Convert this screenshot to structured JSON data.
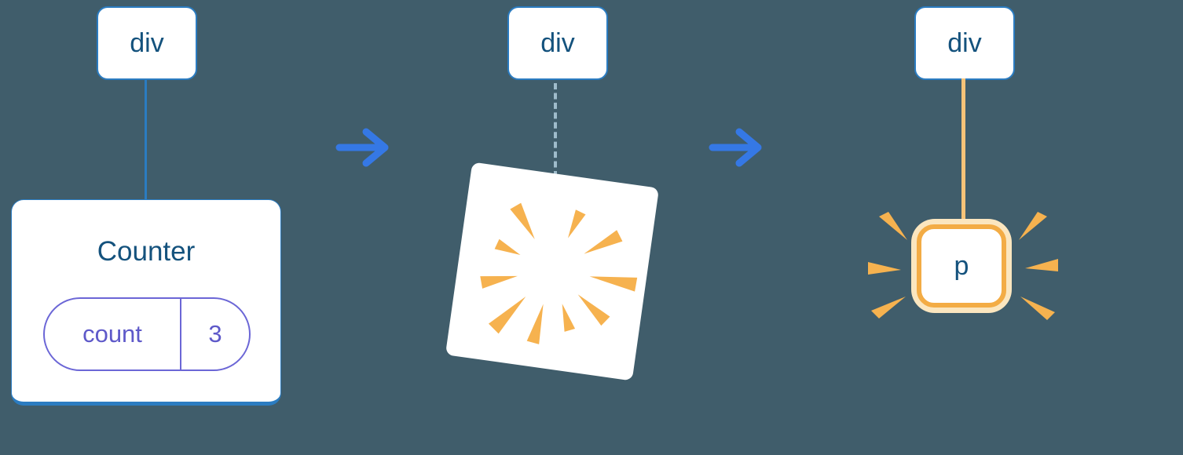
{
  "colors": {
    "background": "#405D6B",
    "node_border_blue": "#2B7CC1",
    "node_text_blue": "#14527D",
    "state_purple": "#6B66D6",
    "arrow_blue": "#3578E5",
    "dashed_connector": "#9FBCCB",
    "orange": "#F6B24F",
    "orange_light": "#FBE6BF"
  },
  "stages": [
    {
      "node_label": "div",
      "component": {
        "title": "Counter",
        "state_key": "count",
        "state_value": "3"
      }
    },
    {
      "node_label": "div",
      "effect_icon": "poof-burst"
    },
    {
      "node_label": "div",
      "element_label": "p"
    }
  ]
}
